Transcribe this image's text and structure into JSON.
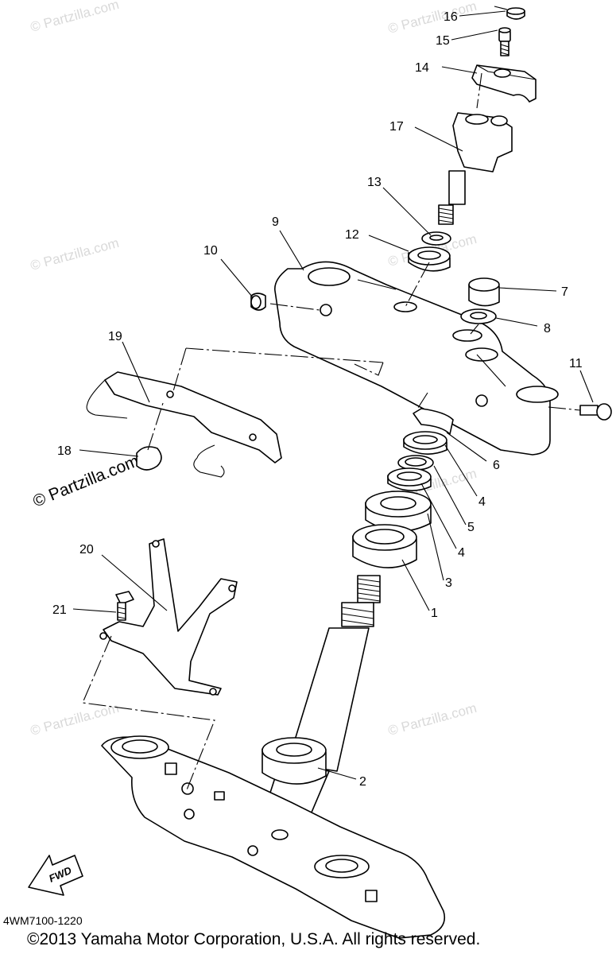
{
  "watermark": {
    "faint": "© Partzilla.com",
    "strong": "© Partzilla.com"
  },
  "diagram": {
    "code": "4WM7100-1220",
    "fwd_label": "FWD",
    "callouts": {
      "p1": "1",
      "p2": "2",
      "p3": "3",
      "p4a": "4",
      "p4b": "4",
      "p5": "5",
      "p6": "6",
      "p7": "7",
      "p8": "8",
      "p9": "9",
      "p10": "10",
      "p11": "11",
      "p12": "12",
      "p13": "13",
      "p14": "14",
      "p15": "15",
      "p16": "16",
      "p17": "17",
      "p18": "18",
      "p19": "19",
      "p20": "20",
      "p21": "21"
    }
  },
  "footer": {
    "copyright": "©2013  Yamaha Motor Corporation, U.S.A. All rights reserved."
  }
}
